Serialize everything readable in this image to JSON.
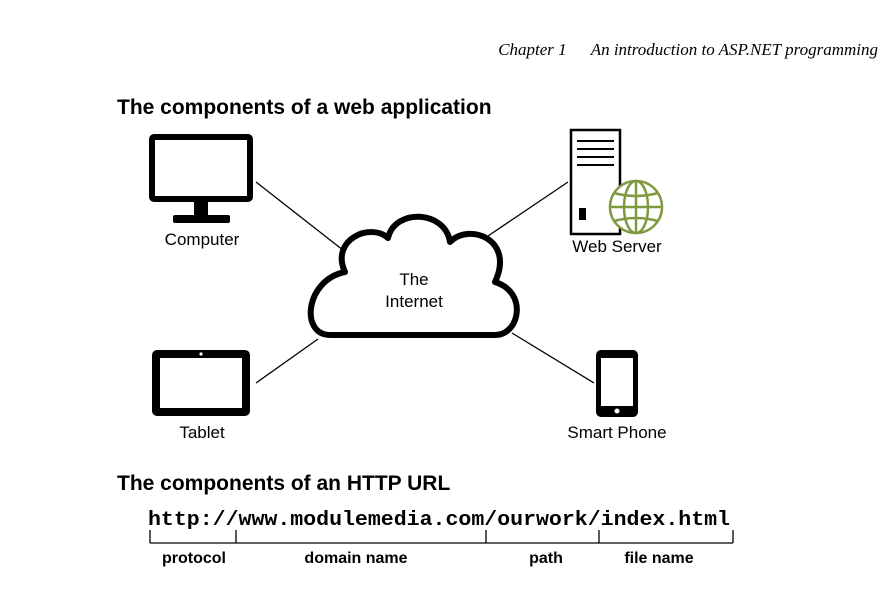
{
  "page_header": {
    "chapter": "Chapter 1",
    "title": "An introduction to ASP.NET programming"
  },
  "diagram": {
    "heading": "The components of a web application",
    "cloud_line1": "The",
    "cloud_line2": "Internet",
    "nodes": {
      "computer": "Computer",
      "web_server": "Web Server",
      "tablet": "Tablet",
      "smart_phone": "Smart Phone"
    },
    "colors": {
      "globe": "#7f9a3e",
      "stroke": "#000000"
    }
  },
  "url": {
    "heading": "The components of an HTTP URL",
    "text": "http://www.modulemedia.com/ourwork/index.html",
    "parts": {
      "protocol": "protocol",
      "domain": "domain name",
      "path": "path",
      "file": "file name"
    }
  }
}
